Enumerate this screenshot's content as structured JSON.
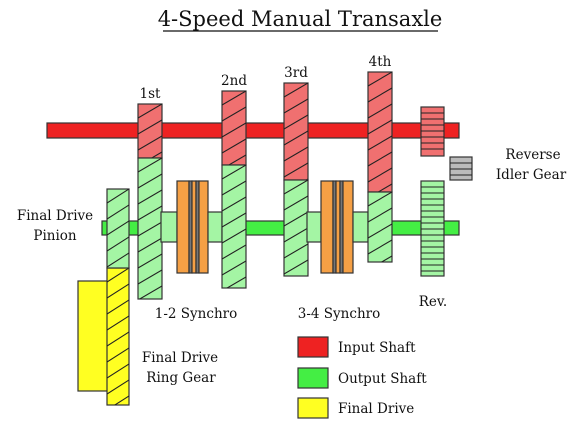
{
  "title": "4-Speed Manual Transaxle",
  "gears": {
    "first": "1st",
    "second": "2nd",
    "third": "3rd",
    "fourth": "4th"
  },
  "labels": {
    "final_drive_pinion_line1": "Final Drive",
    "final_drive_pinion_line2": "Pinion",
    "reverse_idler_line1": "Reverse",
    "reverse_idler_line2": "Idler Gear",
    "synchro_12": "1-2 Synchro",
    "synchro_34": "3-4 Synchro",
    "rev": "Rev.",
    "ring_gear_line1": "Final Drive",
    "ring_gear_line2": "Ring Gear"
  },
  "legend": [
    {
      "label": "Input Shaft",
      "color": "#ee2222"
    },
    {
      "label": "Output Shaft",
      "color": "#44ee44"
    },
    {
      "label": "Final Drive",
      "color": "#ffff22"
    }
  ],
  "colors": {
    "input_shaft": "#ee2222",
    "input_gear": "#f07070",
    "output_shaft": "#44ee44",
    "output_gear": "#a4f5a4",
    "final_drive": "#ffff22",
    "synchro": "#f5a045",
    "idler": "#bbbbbb"
  }
}
